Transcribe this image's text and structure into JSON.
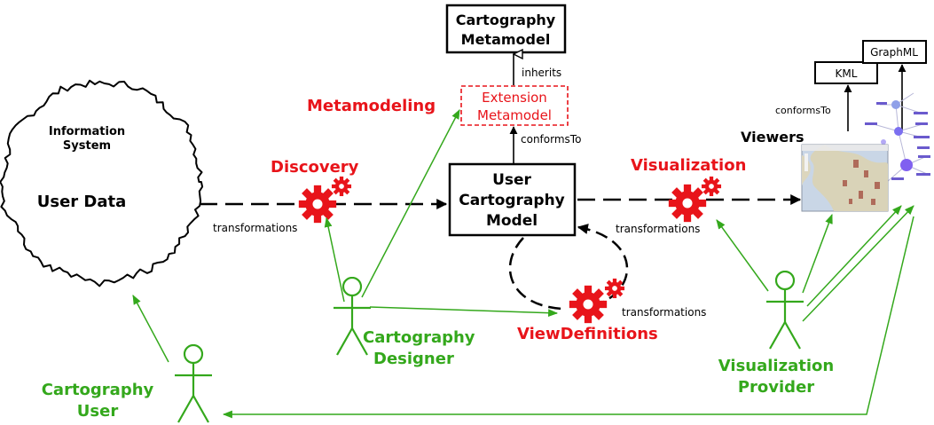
{
  "colors": {
    "red": "#e8141a",
    "green": "#34a81c",
    "black": "#000000",
    "blue": "#6a5acd"
  },
  "cloud": {
    "title_line1": "Information",
    "title_line2": "System",
    "label": "User Data"
  },
  "metamodel": {
    "line1": "Cartography",
    "line2": "Metamodel"
  },
  "extension": {
    "line1": "Extension",
    "line2": "Metamodel"
  },
  "user_model": {
    "line1": "User",
    "line2": "Cartography",
    "line3": "Model"
  },
  "steps": {
    "metamodeling": "Metamodeling",
    "discovery": "Discovery",
    "visualization": "Visualization",
    "viewdefinitions": "ViewDefinitions"
  },
  "edges": {
    "inherits": "inherits",
    "conforms_to": "conformsTo",
    "conforms_to_viewers": "conformsTo",
    "transformations_discovery": "transformations",
    "transformations_visualization": "transformations",
    "transformations_viewdef": "transformations"
  },
  "viewers": {
    "label": "Viewers",
    "formats": [
      "KML",
      "GraphML"
    ]
  },
  "actors": {
    "designer_line1": "Cartography",
    "designer_line2": "Designer",
    "provider_line1": "Visualization",
    "provider_line2": "Provider",
    "user_line1": "Cartography",
    "user_line2": "User"
  }
}
